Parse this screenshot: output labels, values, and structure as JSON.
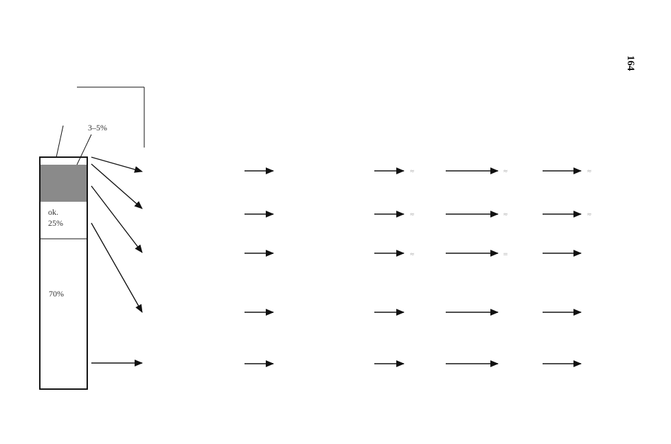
{
  "page_number": "164",
  "column_bar": {
    "segments": [
      {
        "label": "3–5%",
        "fill": "#8a8a8a",
        "kind": "shaded-top"
      },
      {
        "label_line1": "ok.",
        "label_line2": "25%",
        "fill": "#ffffff",
        "kind": "middle"
      },
      {
        "label": "70%",
        "fill": "#ffffff",
        "kind": "bottom"
      }
    ],
    "stroke_color": "#111111"
  },
  "approx_marks": [
    "≈",
    "≈",
    "≈",
    "≈",
    "≈",
    "≈",
    "≈",
    "="
  ],
  "colors": {
    "ink": "#111111",
    "shade": "#8a8a8a",
    "faint": "#b5b5b5"
  }
}
